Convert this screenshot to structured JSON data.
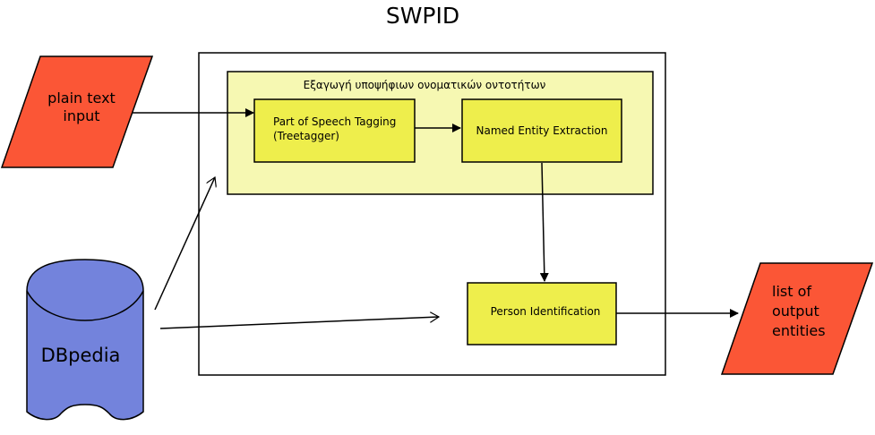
{
  "diagram": {
    "title": "SWPID",
    "stage_label": "Εξαγωγή υποψήφιων ονοματικών οντοτήτων",
    "nodes": {
      "input": {
        "line1": "plain text",
        "line2": "input"
      },
      "pos_tagging": {
        "line1": "Part of Speech Tagging",
        "line2": "(Treetagger)"
      },
      "ner": {
        "label": "Named Entity Extraction"
      },
      "person_id": {
        "label": "Person Identification"
      },
      "dbpedia": {
        "label": "DBpedia"
      },
      "output": {
        "line1": "list of",
        "line2": "output",
        "line3": "entities"
      }
    }
  },
  "colors": {
    "io_fill": "#fb5636",
    "process_fill": "#eeee4c",
    "stage_fill": "#f6f8b2",
    "db_fill": "#7383dc"
  }
}
